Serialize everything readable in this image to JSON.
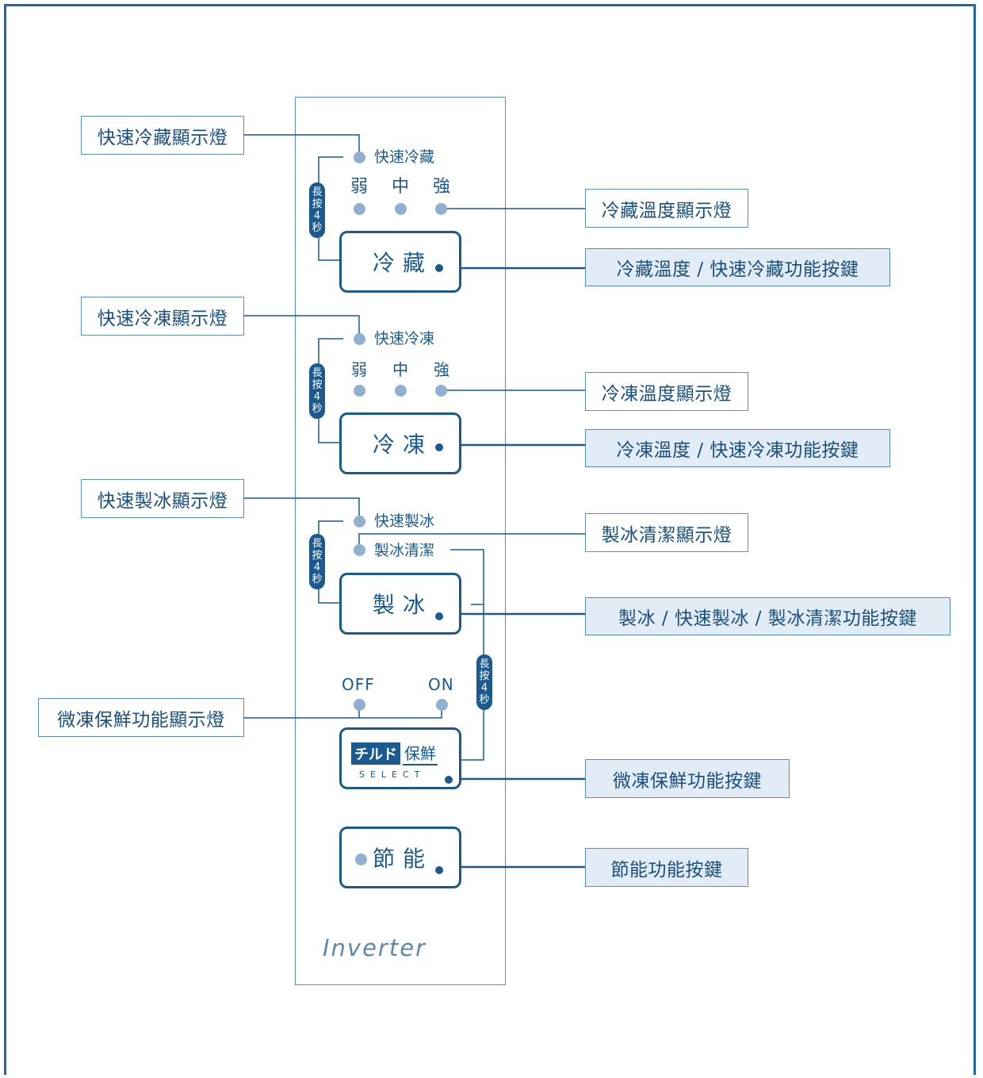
{
  "callouts": {
    "quick_fridge_light": "快速冷藏顯示燈",
    "fridge_temp_light": "冷藏溫度顯示燈",
    "fridge_button": "冷藏溫度 / 快速冷藏功能按鍵",
    "quick_freeze_light": "快速冷凍顯示燈",
    "freeze_temp_light": "冷凍溫度顯示燈",
    "freeze_button": "冷凍溫度 / 快速冷凍功能按鍵",
    "quick_ice_light": "快速製冰顯示燈",
    "ice_clean_light": "製冰清潔顯示燈",
    "ice_button": "製冰 / 快速製冰 / 製冰清潔功能按鍵",
    "chilled_light": "微凍保鮮功能顯示燈",
    "chilled_button": "微凍保鮮功能按鍵",
    "eco_button": "節能功能按鍵"
  },
  "panel": {
    "quick_fridge": "快速冷藏",
    "quick_freeze": "快速冷凍",
    "quick_ice": "快速製冰",
    "ice_clean": "製冰清潔",
    "level_weak": "弱",
    "level_mid": "中",
    "level_strong": "強",
    "off": "OFF",
    "on": "ON",
    "fridge_button": "冷藏",
    "freeze_button": "冷凍",
    "ice_button": "製冰",
    "eco_button": "節能",
    "chilled_logo_ja": "チルド",
    "chilled_logo_zh": "保鮮",
    "chilled_select": "SELECT",
    "long_press": "長按4秒",
    "brand": "Inverter"
  },
  "colors": {
    "primary": "#1a5a8e",
    "border": "#5a8fb8",
    "indicator": "#8fb0d0",
    "callout_shade": "#e2ecf6"
  }
}
